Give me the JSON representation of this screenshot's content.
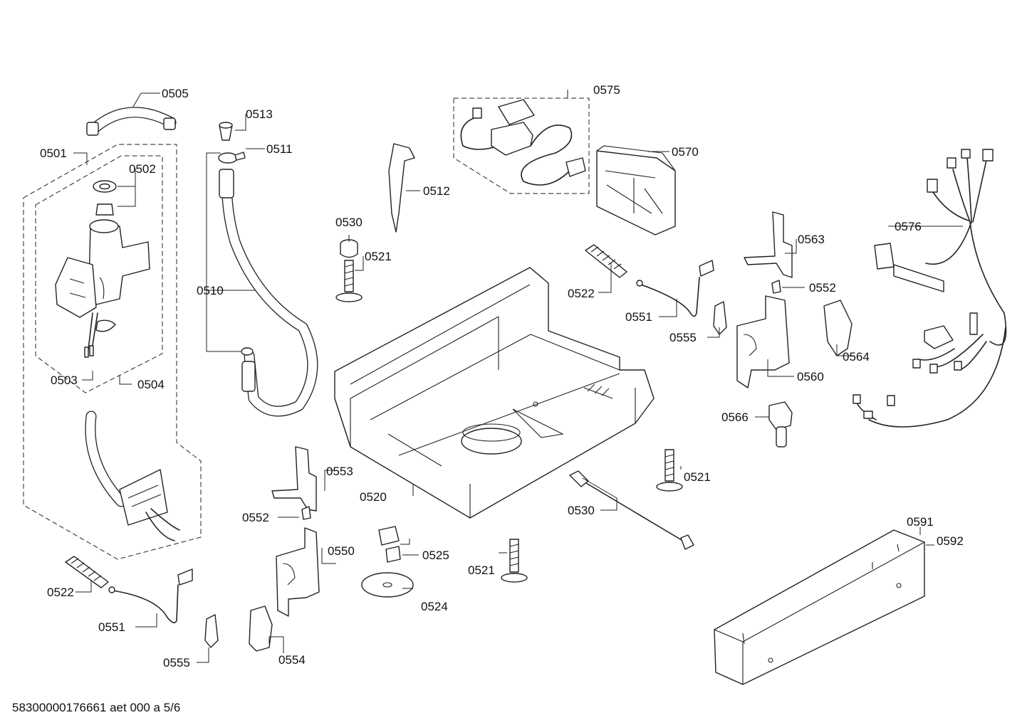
{
  "footer": {
    "drawing_id": "58300000176661 aet 000 a 5/6"
  },
  "labels": {
    "p0501": "0501",
    "p0502": "0502",
    "p0503": "0503",
    "p0504": "0504",
    "p0505": "0505",
    "p0510": "0510",
    "p0511": "0511",
    "p0512": "0512",
    "p0513": "0513",
    "p0520": "0520",
    "p0521a": "0521",
    "p0521b": "0521",
    "p0521c": "0521",
    "p0522a": "0522",
    "p0522b": "0522",
    "p0524": "0524",
    "p0525": "0525",
    "p0530a": "0530",
    "p0530b": "0530",
    "p0550": "0550",
    "p0551a": "0551",
    "p0551b": "0551",
    "p0552a": "0552",
    "p0552b": "0552",
    "p0553": "0553",
    "p0554": "0554",
    "p0555a": "0555",
    "p0555b": "0555",
    "p0560": "0560",
    "p0563": "0563",
    "p0564": "0564",
    "p0566": "0566",
    "p0570": "0570",
    "p0575": "0575",
    "p0576": "0576",
    "p0591": "0591",
    "p0592": "0592"
  }
}
